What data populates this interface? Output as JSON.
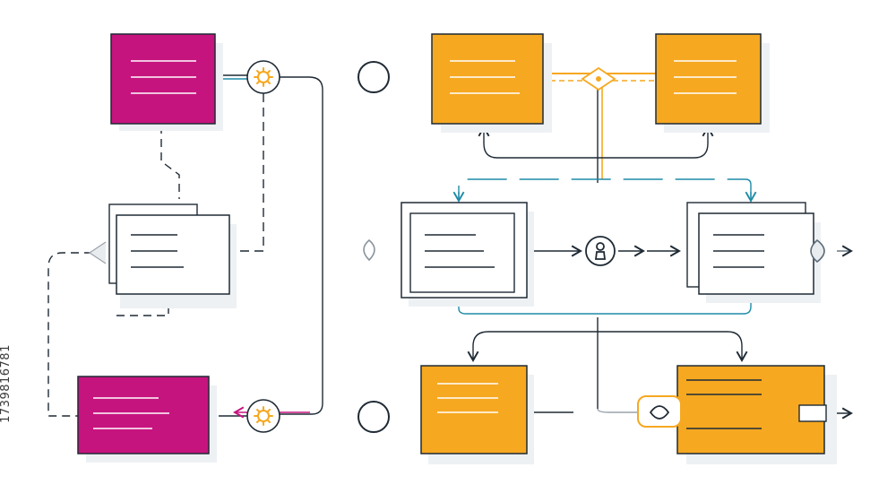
{
  "image": {
    "stock_id": "1739816781"
  },
  "colors": {
    "magenta": "#c6147e",
    "orange": "#f6a821",
    "outline": "#1f2a35",
    "teal": "#1f8ba8",
    "white_card": "#ffffff",
    "text_line_dark": "#1f2a35",
    "text_line_light": "#ffffff"
  },
  "nodes": [
    {
      "id": "magenta-top-card",
      "kind": "card",
      "fill": "magenta"
    },
    {
      "id": "white-stack-left-card",
      "kind": "stacked-card",
      "fill": "white_card"
    },
    {
      "id": "magenta-bottom-card",
      "kind": "card",
      "fill": "magenta"
    },
    {
      "id": "orange-top-left-card",
      "kind": "card",
      "fill": "orange"
    },
    {
      "id": "orange-top-right-card",
      "kind": "card",
      "fill": "orange"
    },
    {
      "id": "white-mid-left-card",
      "kind": "stacked-card",
      "fill": "white_card"
    },
    {
      "id": "white-mid-right-card",
      "kind": "stacked-card",
      "fill": "white_card"
    },
    {
      "id": "orange-bottom-left-card",
      "kind": "card",
      "fill": "orange"
    },
    {
      "id": "orange-bottom-right-card",
      "kind": "card",
      "fill": "orange"
    }
  ],
  "icons": [
    "gear-icon-top",
    "gear-icon-bottom",
    "keyhole-icon",
    "lock-tag-icon",
    "empty-circle-top",
    "empty-circle-middle",
    "empty-circle-bottom"
  ]
}
